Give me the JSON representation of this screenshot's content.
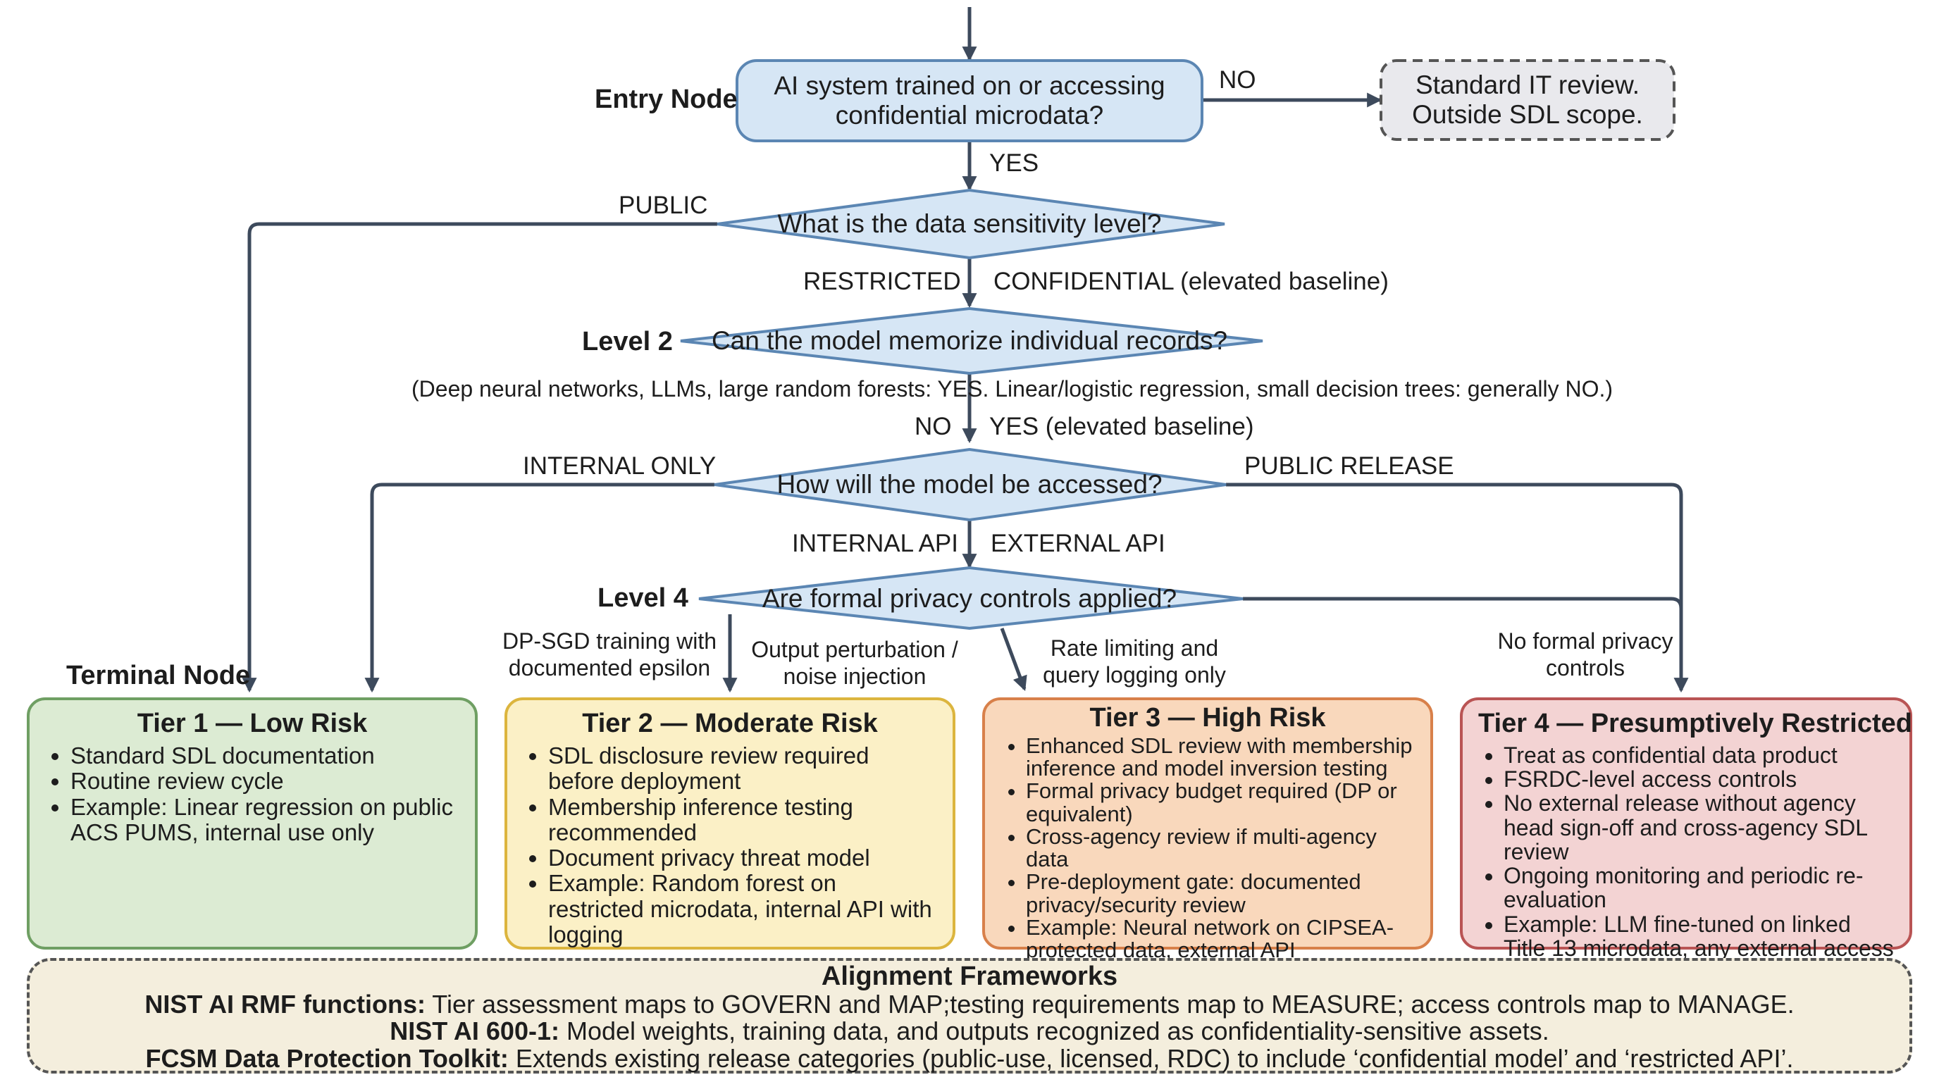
{
  "colors": {
    "line": "#3d4a5c",
    "blue_fill": "#d6e6f5",
    "blue_border": "#5b86b3",
    "grey_fill": "#e9e9ed",
    "grey_border": "#555555",
    "tier1_fill": "#dcebd3",
    "tier1_border": "#6f9f63",
    "tier2_fill": "#fbf0c6",
    "tier2_border": "#dcb53e",
    "tier3_fill": "#f9d8bc",
    "tier3_border": "#d8804a",
    "tier4_fill": "#f3d3d3",
    "tier4_border": "#b95454",
    "framework_fill": "#f4eedd"
  },
  "labels": {
    "entry_node": "Entry Node",
    "level2": "Level 2",
    "level4": "Level 4",
    "terminal_node": "Terminal Node"
  },
  "nodes": {
    "entry": "AI system trained on or accessing confidential microdata?",
    "outside": "Standard IT review. Outside SDL scope.",
    "sensitivity": "What is the data sensitivity level?",
    "memorize": "Can the model memorize individual records?",
    "memorize_note": "(Deep neural networks, LLMs, large random forests: YES.  Linear/logistic regression, small decision trees: generally NO.)",
    "access": "How will the model be accessed?",
    "privacy": "Are formal privacy controls applied?"
  },
  "edges": {
    "no": "NO",
    "yes": "YES",
    "public": "PUBLIC",
    "restricted": "RESTRICTED",
    "confidential": "CONFIDENTIAL (elevated baseline)",
    "mem_no": "NO",
    "mem_yes": "YES (elevated baseline)",
    "internal_only": "INTERNAL ONLY",
    "public_release": "PUBLIC RELEASE",
    "internal_api": "INTERNAL API",
    "external_api": "EXTERNAL API",
    "dp_sgd": "DP-SGD training with documented epsilon",
    "output_perturbation": "Output perturbation / noise injection",
    "rate_limiting": "Rate limiting and query logging only",
    "no_formal": "No formal privacy controls"
  },
  "tiers": [
    {
      "title": "Tier 1 — Low Risk",
      "items": [
        "Standard SDL documentation",
        "Routine review cycle",
        "Example: Linear regression on public ACS PUMS, internal use only"
      ]
    },
    {
      "title": "Tier 2 — Moderate Risk",
      "items": [
        "SDL disclosure review required before deployment",
        "Membership inference testing recommended",
        "Document privacy threat model",
        "Example: Random forest on restricted microdata, internal API with logging"
      ]
    },
    {
      "title": "Tier 3 — High Risk",
      "items": [
        "Enhanced SDL review with membership inference and model inversion testing",
        "Formal privacy budget required (DP or equivalent)",
        "Cross-agency review if multi-agency data",
        "Pre-deployment gate: documented privacy/security review",
        "Example: Neural network on CIPSEA-protected data, external API"
      ]
    },
    {
      "title": "Tier 4 — Presumptively Restricted",
      "items": [
        "Treat as confidential data product",
        "FSRDC-level access controls",
        "No external release without agency head sign-off and cross-agency SDL review",
        "Ongoing monitoring and periodic re-evaluation",
        "Example: LLM fine-tuned on linked Title 13 microdata, any external access"
      ]
    }
  ],
  "alignment": {
    "title": "Alignment Frameworks",
    "rows": [
      {
        "label": "NIST AI RMF functions:",
        "text": " Tier assessment maps to GOVERN and MAP;testing requirements map to MEASURE; access controls map to MANAGE."
      },
      {
        "label": "NIST AI 600-1:",
        "text": " Model weights, training data, and outputs recognized as confidentiality-sensitive assets."
      },
      {
        "label": "FCSM Data Protection Toolkit:",
        "text": " Extends existing release categories (public-use, licensed, RDC) to include ‘confidential model’ and ‘restricted API’."
      }
    ]
  }
}
